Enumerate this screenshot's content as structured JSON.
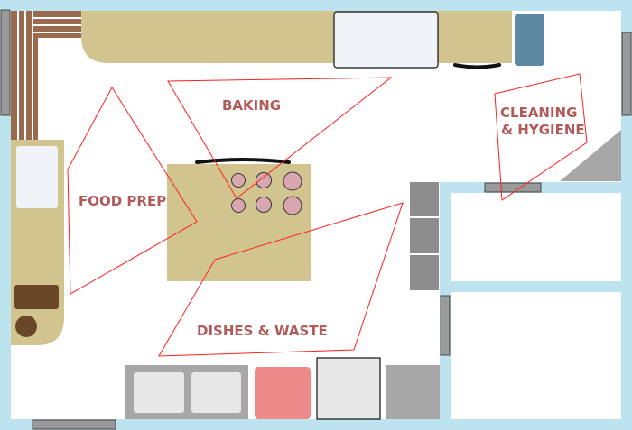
{
  "zones": {
    "food_prep": "FOOD PREP",
    "baking": "BAKING",
    "cleaning_line1": "CLEANING",
    "cleaning_line2": "& HYGIENE",
    "dishes_waste": "DISHES & WASTE"
  },
  "colors": {
    "wall": "#bde3ee",
    "counter": "#d1c48f",
    "counter_wood": "#9a6a4e",
    "shelf_dark": "#6a4628",
    "appliance_light": "#f0f4f8",
    "appliance_gray": "#a7a7a7",
    "appliance_dark_gray": "#8d8d8d",
    "sink_basin": "#e8e8e8",
    "bin_red": "#ef8a8a",
    "blue_bin": "#5d89a3",
    "burner": "#d9a7b0",
    "zone_outline": "#ff2020",
    "zone_text": "#b05a5a",
    "door": "#9a9a9a"
  }
}
